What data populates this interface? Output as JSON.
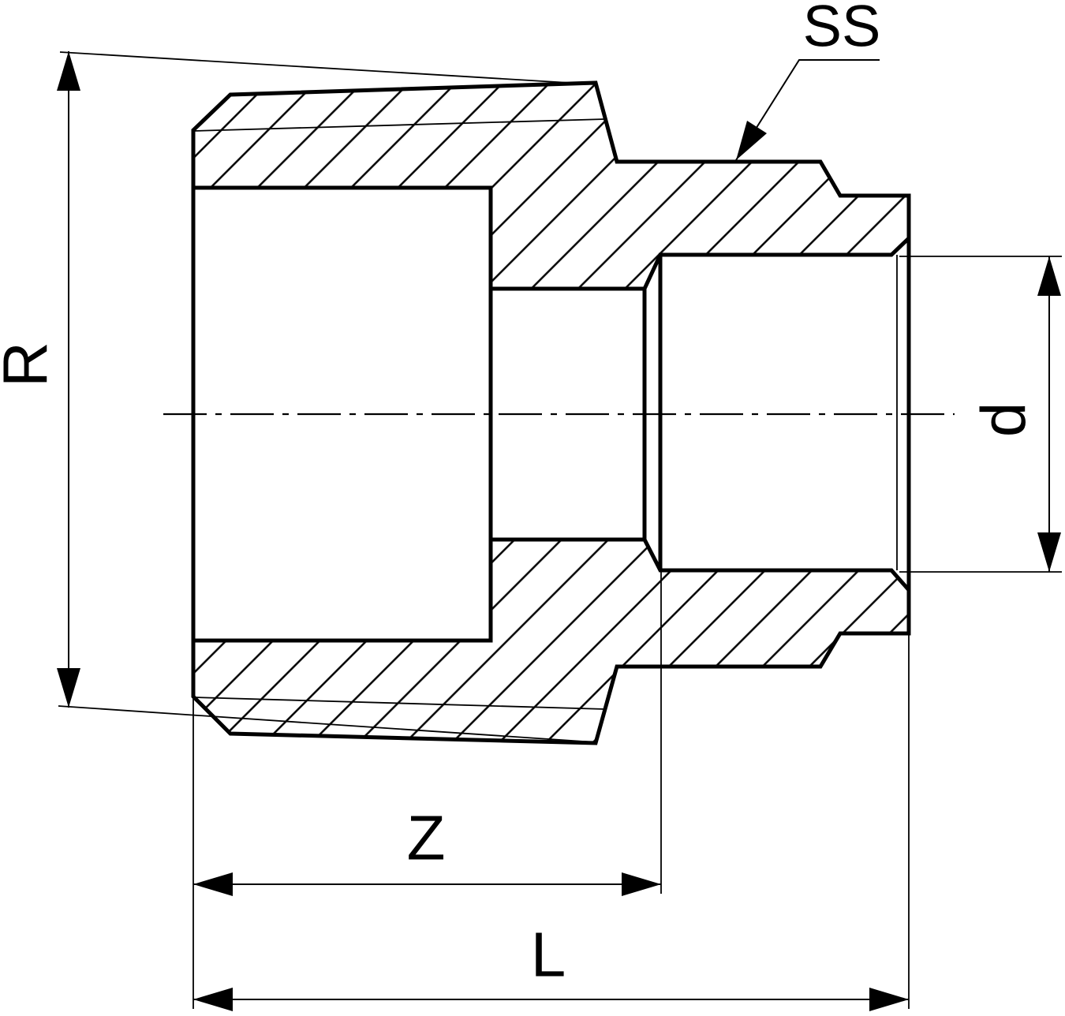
{
  "diagram": {
    "type": "technical-drawing",
    "subject": "adapter-socket-cross-section",
    "colors": {
      "line": "#000000",
      "background": "#ffffff"
    },
    "labels": {
      "thread_size": "R",
      "surface_callout": "SS",
      "end_diameter": "d",
      "insertion_depth": "Z",
      "overall_length": "L"
    }
  }
}
